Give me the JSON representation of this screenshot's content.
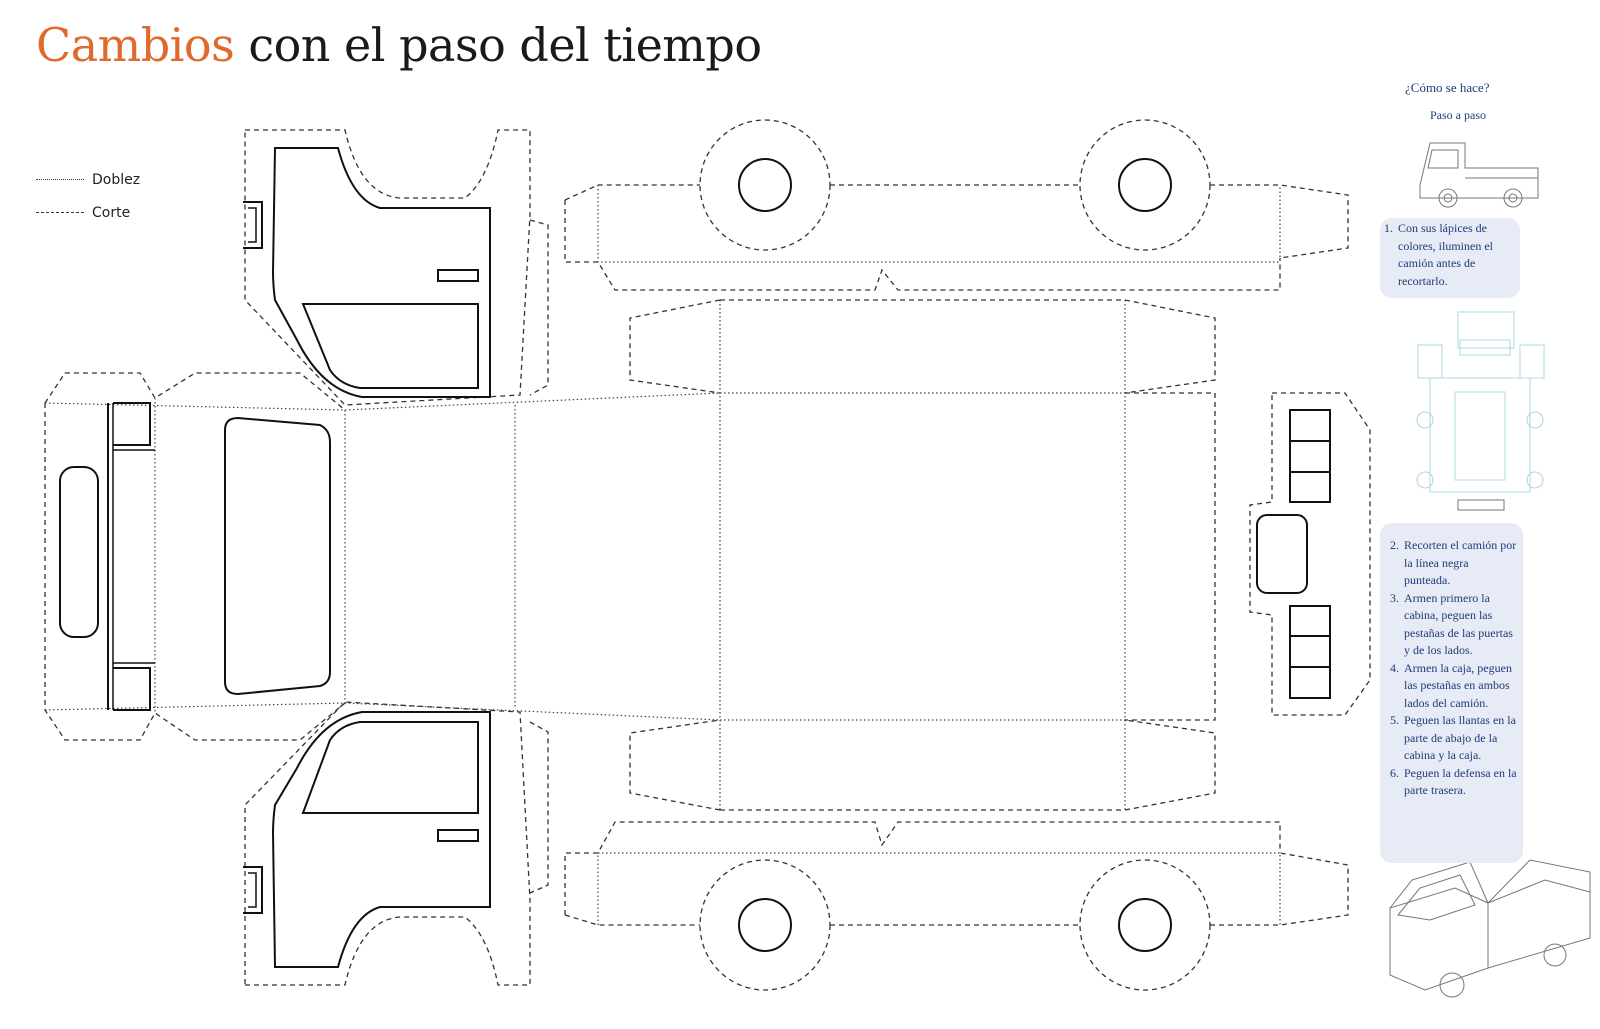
{
  "title": {
    "accent": "Cambios",
    "rest": " con el paso del tiempo"
  },
  "legend": {
    "fold_label": "Doblez",
    "cut_label": "Corte"
  },
  "instructions": {
    "heading": "¿Cómo se hace?",
    "subheading": "Paso a paso",
    "step1": "Con sus lápices de colores, iluminen el camión antes de recortarlo.",
    "steps": [
      "Recorten el camión por la línea negra punteada.",
      "Armen primero la cabina, peguen las pestañas de las puertas y de los lados.",
      "Armen la caja, peguen las pestañas en ambos lados del camión.",
      "Peguen las llantas en la parte de abajo de la cabina y la caja.",
      "Peguen la defensa en la parte trasera."
    ]
  },
  "icons": {
    "truck_thumbnail": "truck-icon",
    "template_thumbnail": "template-preview-icon",
    "assembled_truck": "assembled-truck-icon"
  },
  "colors": {
    "accent": "#e0692d",
    "text": "#1a1a1a",
    "instruction_text": "#1f3b7a",
    "instruction_box": "#e6ebf5",
    "preview_lines": "#9fd3e0"
  }
}
